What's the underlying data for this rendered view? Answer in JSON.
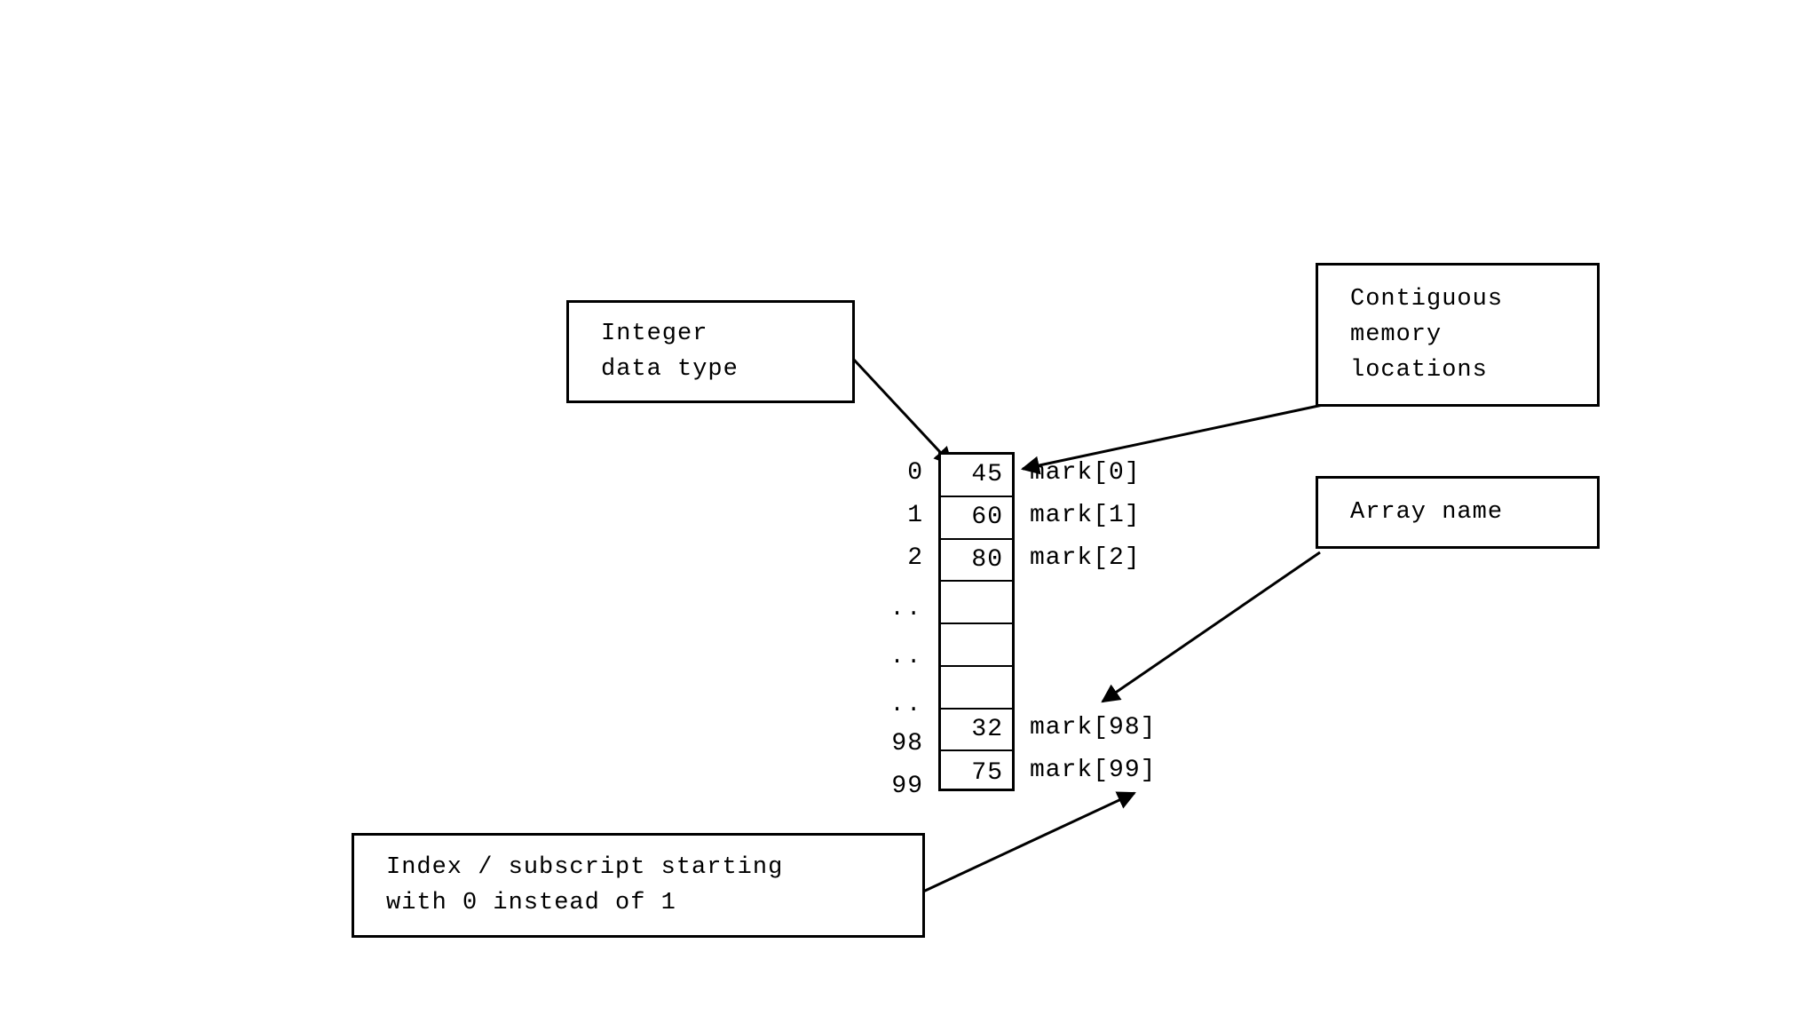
{
  "diagram": {
    "title": "Array memory layout diagram",
    "colors": {
      "stroke": "#000000",
      "background": "#ffffff",
      "text": "#000000"
    },
    "callouts": {
      "integer_data_type": {
        "line1": "Integer",
        "line2": "data type"
      },
      "contiguous_memory": {
        "line1": "Contiguous",
        "line2": "memory",
        "line3": "locations"
      },
      "array_name": {
        "line1": "Array name"
      },
      "index_subscript": {
        "line1": "Index / subscript starting",
        "line2": "with 0 instead of 1"
      }
    },
    "array": {
      "rows": [
        {
          "index": "0",
          "value": "45",
          "name": "mark[0]"
        },
        {
          "index": "1",
          "value": "60",
          "name": "mark[1]"
        },
        {
          "index": "2",
          "value": "80",
          "name": "mark[2]"
        },
        {
          "index": "..",
          "value": "",
          "name": ""
        },
        {
          "index": "..",
          "value": "",
          "name": ""
        },
        {
          "index": "..",
          "value": "",
          "name": ""
        },
        {
          "index": "98",
          "value": "32",
          "name": "mark[98]"
        },
        {
          "index": "99",
          "value": "75",
          "name": "mark[99]"
        }
      ]
    },
    "arrows": [
      {
        "name": "integer-to-cell-0-arrow",
        "from": "integer-data-type-box",
        "to": "array-cell-0"
      },
      {
        "name": "contiguous-to-array-arrow",
        "from": "contiguous-memory-box",
        "to": "array-right-edge-row-0"
      },
      {
        "name": "array-name-to-mark98-arrow",
        "from": "array-name-box",
        "to": "mark-98-label"
      },
      {
        "name": "index-to-mark99-arrow",
        "from": "index-subscript-box",
        "to": "mark-99-label"
      }
    ]
  }
}
